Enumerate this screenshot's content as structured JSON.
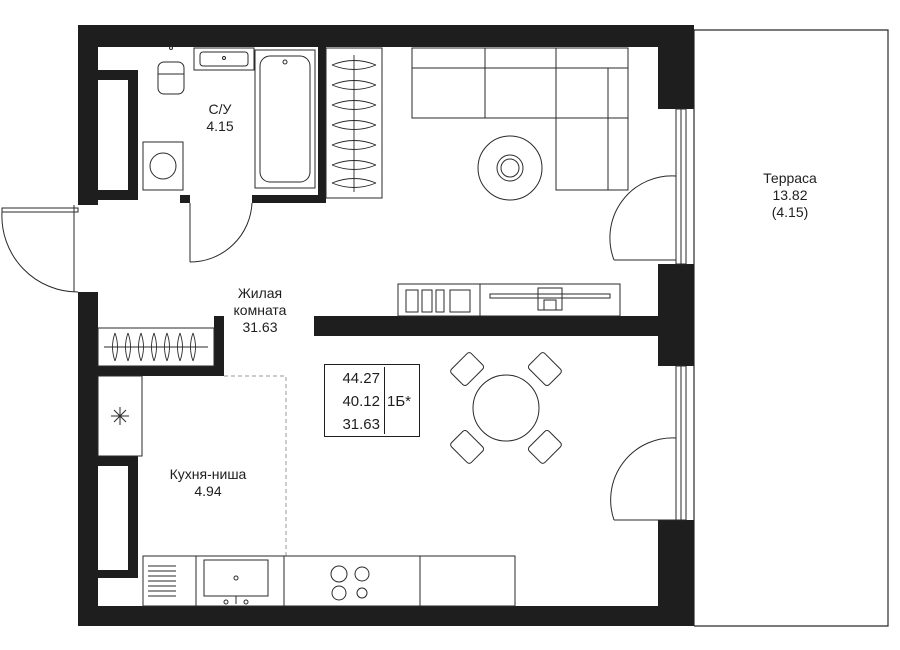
{
  "rooms": {
    "bathroom": {
      "name": "С/У",
      "area": "4.15"
    },
    "terrace": {
      "name": "Терраса",
      "area": "13.82",
      "area_reduced": "(4.15)"
    },
    "living": {
      "name_line1": "Жилая",
      "name_line2": "комната",
      "area": "31.63"
    },
    "kitchen": {
      "name": "Кухня-ниша",
      "area": "4.94"
    }
  },
  "summary": {
    "total_area": "44.27",
    "living_total": "40.12",
    "living_area": "31.63",
    "type": "1Б*"
  },
  "colors": {
    "wall": "#1e1e1e",
    "line": "#2a2a2a",
    "background": "#ffffff"
  }
}
